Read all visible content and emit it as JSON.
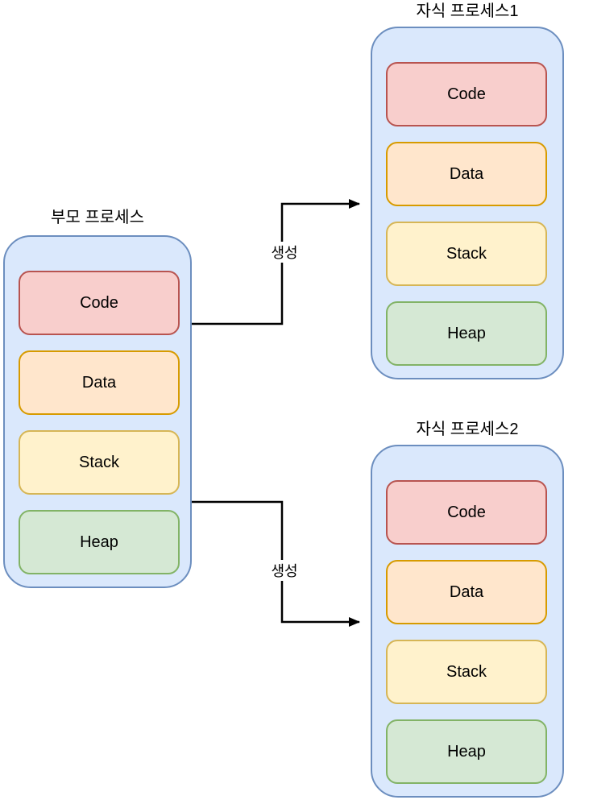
{
  "diagram": {
    "background": "#ffffff",
    "arrow_color": "#000000"
  },
  "processes": [
    {
      "title": "부모 프로세스",
      "segments": [
        "Code",
        "Data",
        "Stack",
        "Heap"
      ]
    },
    {
      "title": "자식 프로세스1",
      "segments": [
        "Code",
        "Data",
        "Stack",
        "Heap"
      ]
    },
    {
      "title": "자식 프로세스2",
      "segments": [
        "Code",
        "Data",
        "Stack",
        "Heap"
      ]
    }
  ],
  "arrows": [
    {
      "label": "생성",
      "from": "부모 프로세스",
      "to": "자식 프로세스1"
    },
    {
      "label": "생성",
      "from": "부모 프로세스",
      "to": "자식 프로세스2"
    }
  ],
  "colors": {
    "container_fill": "#dae8fc",
    "container_border": "#6c8ebf",
    "code_fill": "#f8cecc",
    "code_border": "#b85450",
    "data_fill": "#ffe6cc",
    "data_border": "#d79b00",
    "stack_fill": "#fff2cc",
    "stack_border": "#d6b656",
    "heap_fill": "#d5e8d4",
    "heap_border": "#82b366"
  }
}
